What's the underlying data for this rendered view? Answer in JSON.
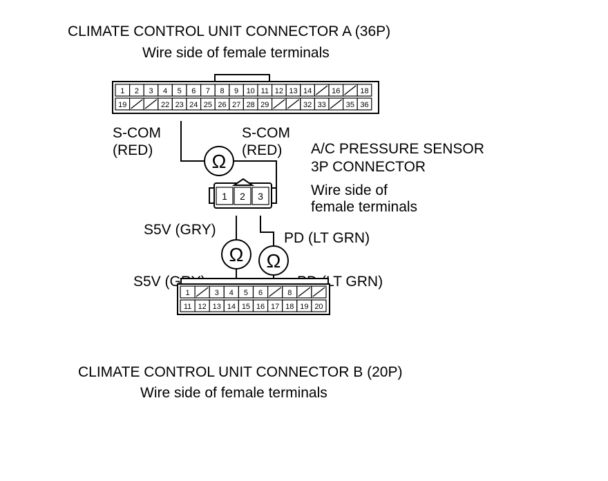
{
  "connector_a": {
    "title": "CLIMATE CONTROL UNIT CONNECTOR A (36P)",
    "subtitle": "Wire side of female terminals",
    "row1": [
      "1",
      "2",
      "3",
      "4",
      "5",
      "6",
      "7",
      "8",
      "9",
      "10",
      "11",
      "12",
      "13",
      "14",
      "",
      "16",
      "",
      "18"
    ],
    "row2": [
      "19",
      "",
      "",
      "22",
      "23",
      "24",
      "25",
      "26",
      "27",
      "28",
      "29",
      "",
      "",
      "32",
      "33",
      "",
      "35",
      "36"
    ]
  },
  "sensor": {
    "title_line1": "A/C PRESSURE SENSOR",
    "title_line2": "3P CONNECTOR",
    "subtitle_line1": "Wire side of",
    "subtitle_line2": "female terminals",
    "pins": [
      "1",
      "2",
      "3"
    ]
  },
  "connector_b": {
    "title": "CLIMATE CONTROL UNIT CONNECTOR B (20P)",
    "subtitle": "Wire side of female terminals",
    "row1": [
      "1",
      "",
      "3",
      "4",
      "5",
      "6",
      "",
      "8",
      "",
      ""
    ],
    "row2": [
      "11",
      "12",
      "13",
      "14",
      "15",
      "16",
      "17",
      "18",
      "19",
      "20"
    ]
  },
  "labels": {
    "scom_left_1": "S-COM",
    "scom_left_2": "(RED)",
    "scom_right_1": "S-COM",
    "scom_right_2": "(RED)",
    "s5v_upper": "S5V (GRY)",
    "pd_upper": "PD (LT GRN)",
    "s5v_lower": "S5V (GRY)",
    "pd_lower": "PD (LT GRN)"
  },
  "meter_symbol": "Ω"
}
